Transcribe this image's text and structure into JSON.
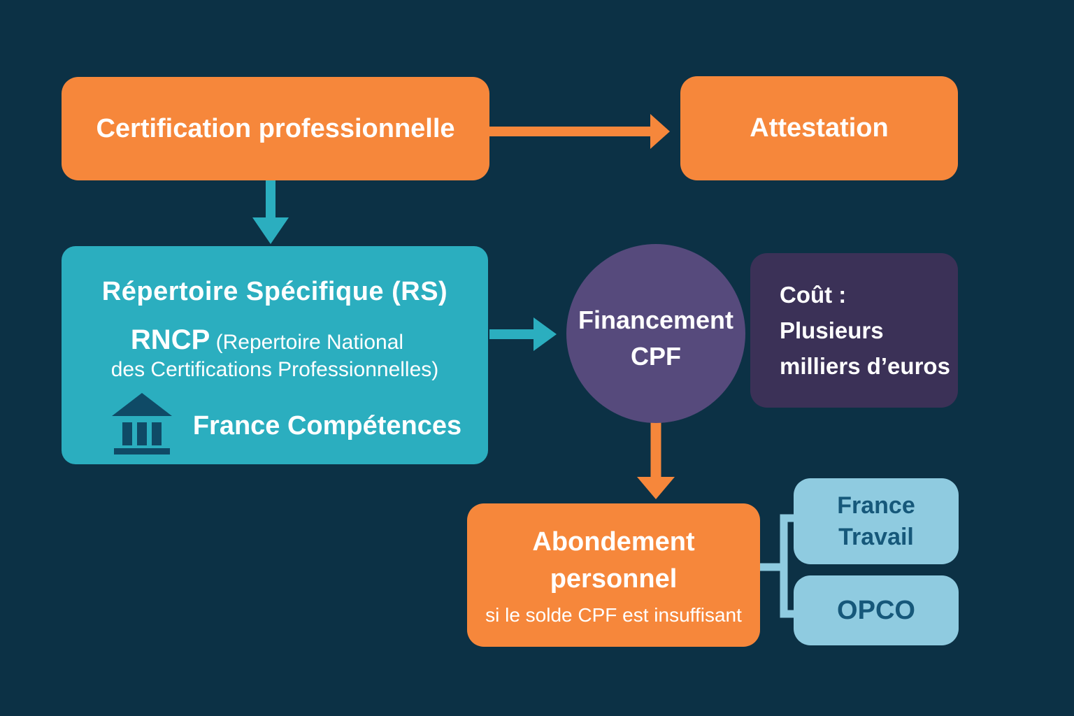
{
  "palette": {
    "background": "#0c3145",
    "orange": "#f6873b",
    "teal": "#2baebf",
    "circle_purple": "#564a7c",
    "dark_purple": "#3b3157",
    "light_blue": "#8fcbe0",
    "dark_blue_text": "#16587a",
    "bank_icon": "#0f4a66",
    "white": "#ffffff"
  },
  "nodes": {
    "certification": {
      "label": "Certification professionnelle"
    },
    "attestation": {
      "label": "Attestation"
    },
    "repertoire": {
      "title": "Répertoire Spécifique (RS)",
      "acronym": "RNCP",
      "acronym_expansion_line1": " (Repertoire National",
      "acronym_expansion_line2": "des Certifications Professionnelles)",
      "organization": "France Compétences"
    },
    "financement": {
      "line1": "Financement",
      "line2": "CPF"
    },
    "cout": {
      "line1": "Coût :",
      "line2": "Plusieurs",
      "line3": "milliers d’euros"
    },
    "abondement": {
      "line1": "Abondement",
      "line2": "personnel",
      "note": "si le solde CPF est insuffisant"
    },
    "france_travail": {
      "line1": "France",
      "line2": "Travail"
    },
    "opco": {
      "label": "OPCO"
    }
  }
}
